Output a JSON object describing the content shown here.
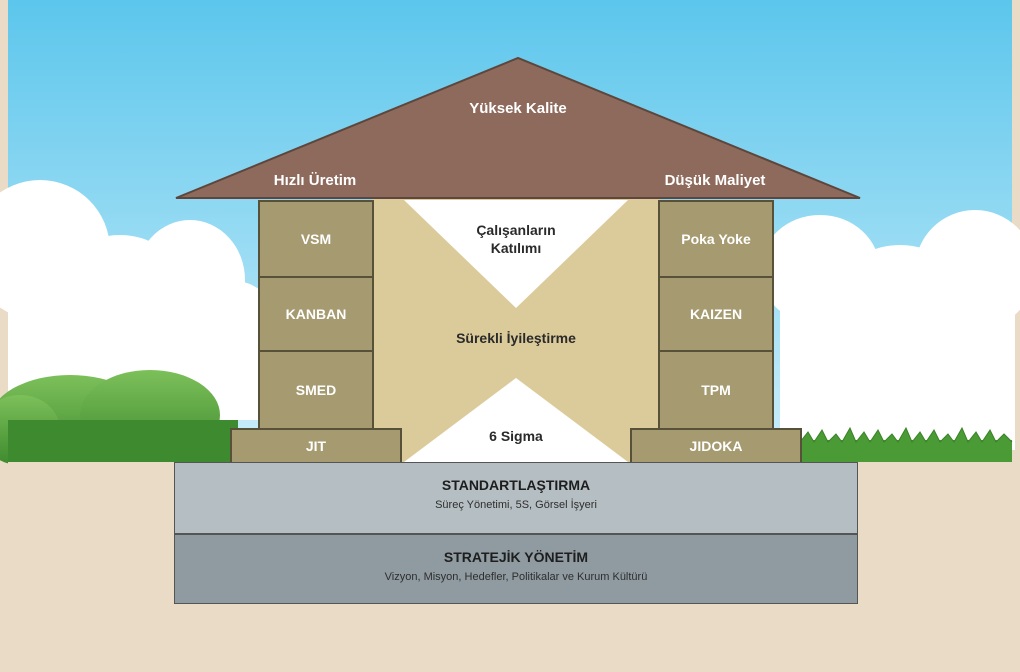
{
  "roof": {
    "top_label": "Yüksek Kalite",
    "left_label": "Hızlı Üretim",
    "right_label": "Düşük Maliyet"
  },
  "left_pillar": [
    "VSM",
    "KANBAN",
    "SMED"
  ],
  "right_pillar": [
    "Poka Yoke",
    "KAIZEN",
    "TPM"
  ],
  "left_foot": "JIT",
  "right_foot": "JIDOKA",
  "center": {
    "top_line1": "Çalışanların",
    "top_line2": "Katılımı",
    "middle": "Sürekli İyileştirme",
    "bottom": "6 Sigma"
  },
  "base1": {
    "title": "STANDARTLAŞTIRMA",
    "subtitle": "Süreç Yönetimi, 5S,  Görsel İşyeri"
  },
  "base2": {
    "title": "STRATEJİK YÖNETİM",
    "subtitle": "Vizyon, Misyon, Hedefler, Politikalar ve Kurum Kültürü"
  },
  "colors": {
    "sky_top": "#5cc6ec",
    "sky_bottom": "#c6ecf9",
    "ground": "#eadbc6",
    "roof": "#8d6a5c",
    "pillar": "#a69a70",
    "center_wall": "#dccb9a",
    "base1": "#b5bec2",
    "base2": "#8f9ba1",
    "grass": "#4a9a36"
  }
}
